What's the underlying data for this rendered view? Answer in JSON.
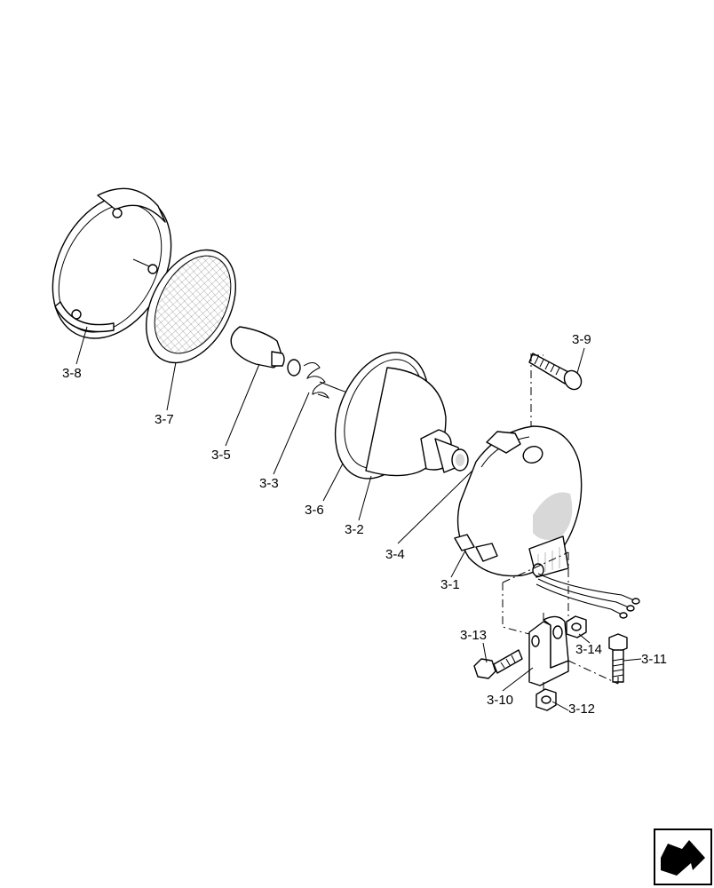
{
  "callouts": {
    "c3_1": "3-1",
    "c3_2": "3-2",
    "c3_3": "3-3",
    "c3_4": "3-4",
    "c3_5": "3-5",
    "c3_6": "3-6",
    "c3_7": "3-7",
    "c3_8": "3-8",
    "c3_9": "3-9",
    "c3_10": "3-10",
    "c3_11": "3-11",
    "c3_12": "3-12",
    "c3_13": "3-13",
    "c3_14": "3-14"
  },
  "nav_icon": "next-page-arrow-icon"
}
